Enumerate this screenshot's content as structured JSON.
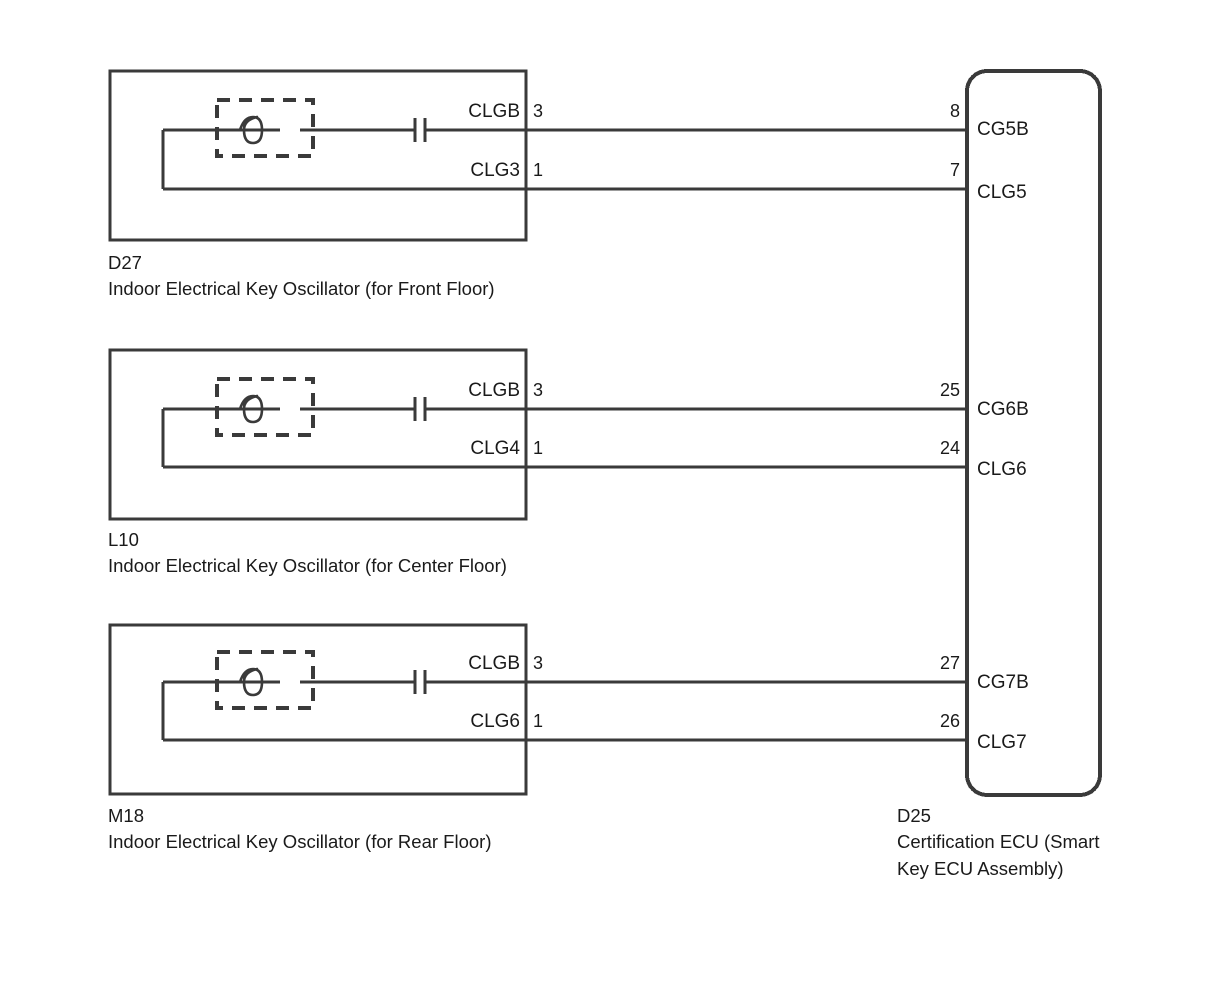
{
  "diagram": {
    "type": "automotive-wiring-diagram",
    "background_color": "#ffffff",
    "line_color": "#3a3a3a",
    "text_color": "#1a1a1a"
  },
  "connectors": [
    {
      "id": "D27",
      "code": "D27",
      "name": "Indoor Electrical Key Oscillator (for Front Floor)",
      "symbol": "antenna-coil-capacitor",
      "terminals": [
        {
          "signal": "CLGB",
          "pin": "3"
        },
        {
          "signal": "CLG3",
          "pin": "1"
        }
      ]
    },
    {
      "id": "L10",
      "code": "L10",
      "name": "Indoor Electrical Key Oscillator (for Center Floor)",
      "symbol": "antenna-coil-capacitor",
      "terminals": [
        {
          "signal": "CLGB",
          "pin": "3"
        },
        {
          "signal": "CLG4",
          "pin": "1"
        }
      ]
    },
    {
      "id": "M18",
      "code": "M18",
      "name": "Indoor Electrical Key Oscillator (for Rear Floor)",
      "symbol": "antenna-coil-capacitor",
      "terminals": [
        {
          "signal": "CLGB",
          "pin": "3"
        },
        {
          "signal": "CLG6",
          "pin": "1"
        }
      ]
    }
  ],
  "ecu": {
    "id": "D25",
    "code": "D25",
    "name_line1": "Certification ECU (Smart",
    "name_line2": "Key ECU Assembly)",
    "terminals": [
      {
        "pin": "8",
        "signal": "CG5B"
      },
      {
        "pin": "7",
        "signal": "CLG5"
      },
      {
        "pin": "25",
        "signal": "CG6B"
      },
      {
        "pin": "24",
        "signal": "CLG6"
      },
      {
        "pin": "27",
        "signal": "CG7B"
      },
      {
        "pin": "26",
        "signal": "CLG7"
      }
    ]
  },
  "wires": [
    {
      "from": "D27.3",
      "to": "D25.8",
      "label_left": "CLGB",
      "label_right": "CG5B"
    },
    {
      "from": "D27.1",
      "to": "D25.7",
      "label_left": "CLG3",
      "label_right": "CLG5"
    },
    {
      "from": "L10.3",
      "to": "D25.25",
      "label_left": "CLGB",
      "label_right": "CG6B"
    },
    {
      "from": "L10.1",
      "to": "D25.24",
      "label_left": "CLG4",
      "label_right": "CLG6"
    },
    {
      "from": "M18.3",
      "to": "D25.27",
      "label_left": "CLGB",
      "label_right": "CG7B"
    },
    {
      "from": "M18.1",
      "to": "D25.26",
      "label_left": "CLG6",
      "label_right": "CLG7"
    }
  ]
}
